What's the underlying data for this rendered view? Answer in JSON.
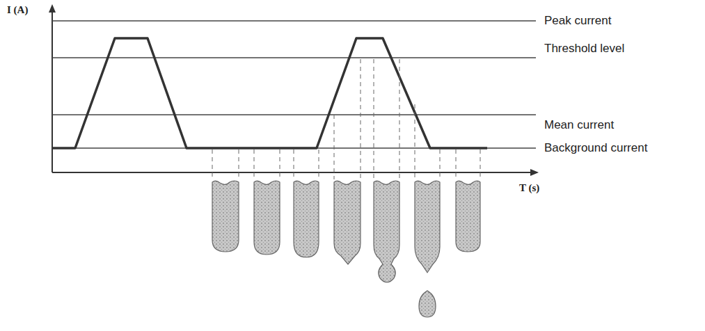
{
  "diagram": {
    "labels": [
      "I (A)",
      "T (s)",
      "Peak current",
      "Threshold level",
      "Mean current",
      "Background current"
    ]
  }
}
